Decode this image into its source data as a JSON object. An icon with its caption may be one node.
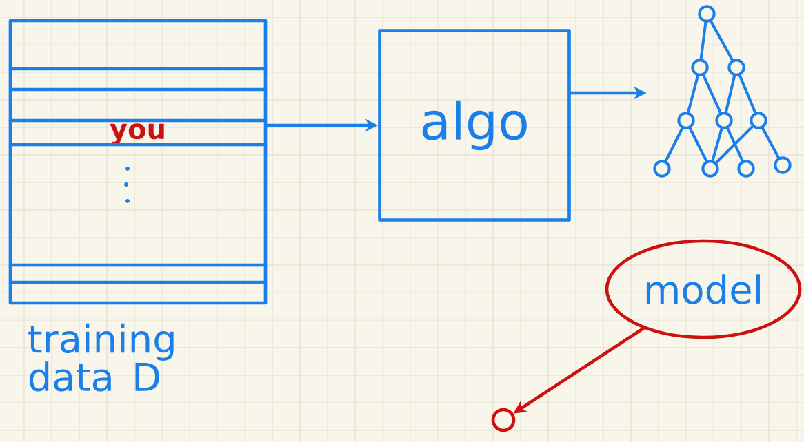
{
  "diagram": {
    "nodes": [
      {
        "text": [
          "you"
        ],
        "beside": [
          "training data D"
        ]
      },
      {
        "text": [
          "algo"
        ]
      },
      {
        "text": [],
        "shape": "picture"
      },
      {
        "text": [
          "model"
        ]
      },
      {
        "text": [],
        "shape": "circle"
      }
    ],
    "edges": [
      {
        "from": 0,
        "to": 1,
        "arrow": "to"
      },
      {
        "from": 1,
        "to": 2,
        "arrow": "to"
      },
      {
        "from": 3,
        "to": 4,
        "arrow": "to",
        "color": "#cc1111"
      }
    ]
  }
}
